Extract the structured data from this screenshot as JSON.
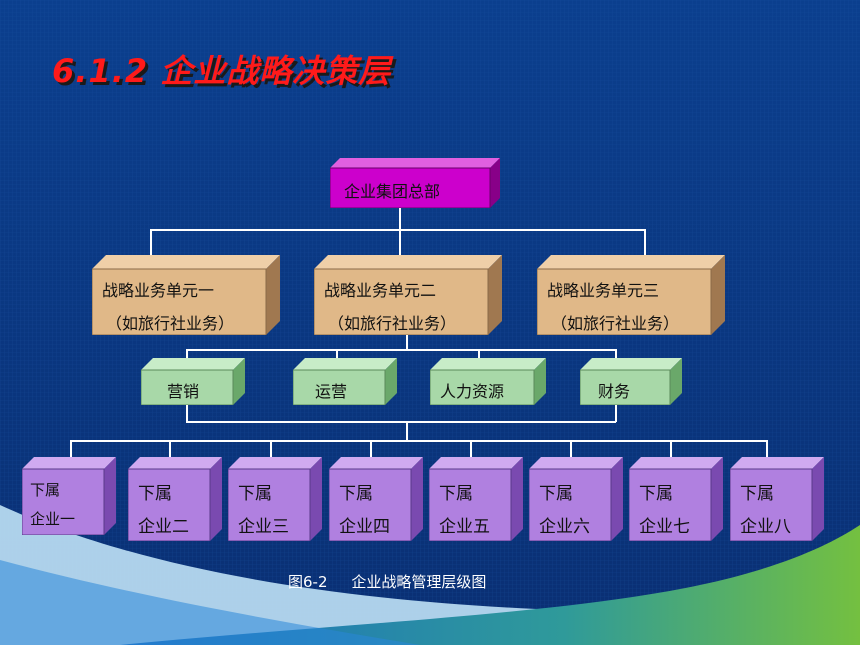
{
  "title": "6.1.2 企业战略决策层",
  "caption": "图6-2     企业战略管理层级图",
  "hq": {
    "label": "企业集团总部"
  },
  "units": [
    {
      "line1": "战略业务单元一",
      "line2": "（如旅行社业务）"
    },
    {
      "line1": "战略业务单元二",
      "line2": "（如旅行社业务）"
    },
    {
      "line1": "战略业务单元三",
      "line2": "（如旅行社业务）"
    }
  ],
  "functions": [
    {
      "label": "营销"
    },
    {
      "label": "运营"
    },
    {
      "label": "人力资源"
    },
    {
      "label": "财务"
    }
  ],
  "subsidiaries": [
    {
      "line1": "下属",
      "line2": "企业一"
    },
    {
      "line1": "下属",
      "line2": "企业二"
    },
    {
      "line1": "下属",
      "line2": "企业三"
    },
    {
      "line1": "下属",
      "line2": "企业四"
    },
    {
      "line1": "下属",
      "line2": "企业五"
    },
    {
      "line1": "下属",
      "line2": "企业六"
    },
    {
      "line1": "下属",
      "line2": "企业七"
    },
    {
      "line1": "下属",
      "line2": "企业八"
    }
  ],
  "colors": {
    "hq": "#cc00cc",
    "unit": "#e0b888",
    "function": "#a8d8a8",
    "subsidiary": "#b080e0",
    "title": "#ff1a1a"
  }
}
